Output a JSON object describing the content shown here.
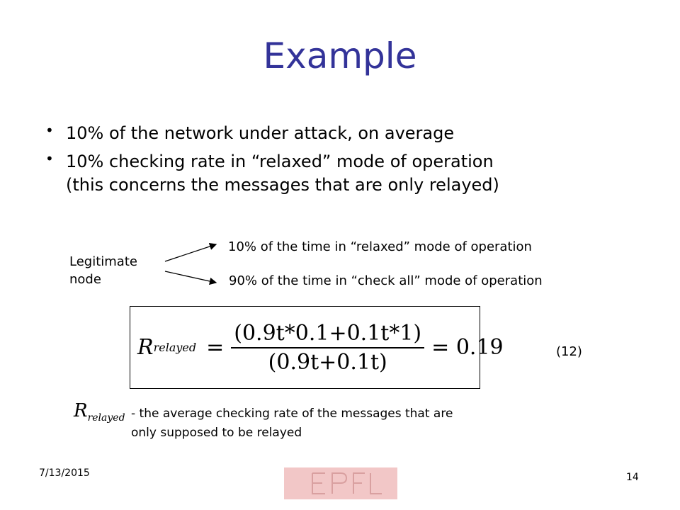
{
  "slide": {
    "title": "Example",
    "bullets": [
      {
        "lines": [
          "10% of the network under attack, on average"
        ]
      },
      {
        "lines": [
          "10% checking rate in “relaxed” mode of operation",
          "(this concerns the messages that are only relayed)"
        ]
      }
    ],
    "legitimate_label": [
      "Legitimate",
      "node"
    ],
    "modes": [
      "10% of the time in “relaxed” mode of operation",
      "90% of the time in  “check all” mode of operation"
    ],
    "formula": {
      "lhs_symbol": "R",
      "lhs_subscript": "relayed",
      "numerator": "(0.9t*0.1+0.1t*1)",
      "denominator": "(0.9t+0.1t)",
      "result": "0.19",
      "equation_number": "(12)"
    },
    "definition": {
      "symbol": "R",
      "subscript": "relayed",
      "lines": [
        "- the average checking rate of the messages that are",
        "only    supposed to be relayed"
      ]
    },
    "footer": {
      "date": "7/13/2015",
      "page_number": "14",
      "logo_text": "EPFL"
    },
    "colors": {
      "title": "#333399",
      "logo_background": "#f2c7c7"
    }
  }
}
